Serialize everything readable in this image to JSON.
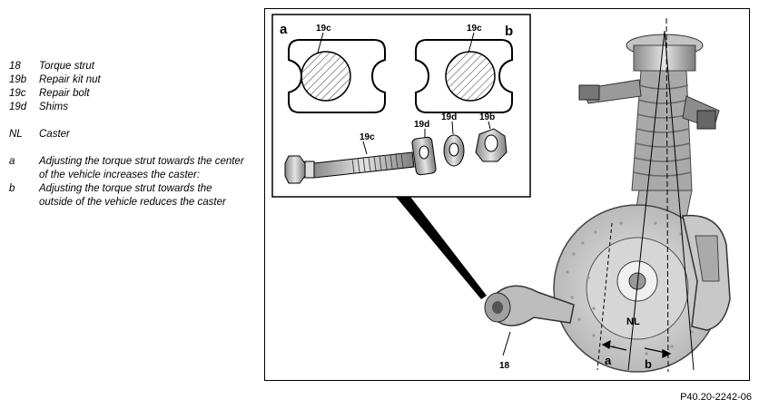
{
  "legend": {
    "items": [
      {
        "key": "18",
        "text": "Torque strut"
      },
      {
        "key": "19b",
        "text": "Repair kit nut"
      },
      {
        "key": "19c",
        "text": "Repair bolt"
      },
      {
        "key": "19d",
        "text": "Shims"
      }
    ],
    "nl": {
      "key": "NL",
      "text": "Caster"
    },
    "notes": [
      {
        "key": "a",
        "text": "Adjusting the torque strut towards the center of the vehicle increases the caster:"
      },
      {
        "key": "b",
        "text": "Adjusting the torque strut towards the outside of the vehicle reduces the caster"
      }
    ]
  },
  "figure": {
    "inset_label_a": "a",
    "inset_label_b": "b",
    "callout_19c_left": "19c",
    "callout_19c_right": "19c",
    "callout_19c_bolt": "19c",
    "callout_19d": "19d",
    "callout_19d_2": "19d",
    "callout_19b": "19b",
    "callout_nl": "NL",
    "callout_a": "a",
    "callout_b": "b",
    "callout_18": "18"
  },
  "caption": "P40.20-2242-06"
}
